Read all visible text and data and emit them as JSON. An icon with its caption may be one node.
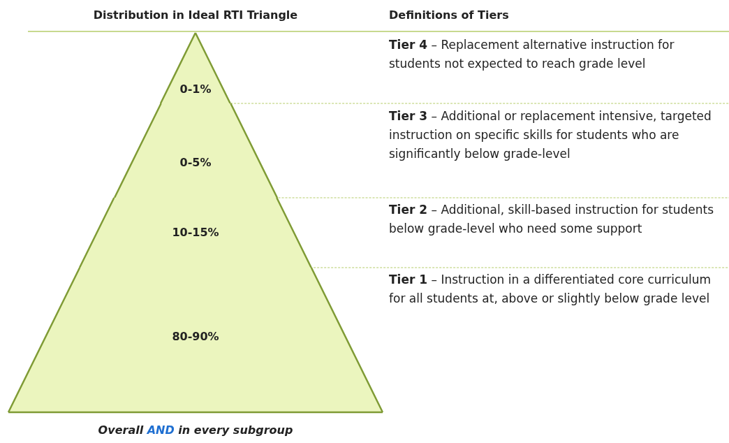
{
  "diagram": {
    "caption": "Overall AND in every subgroup",
    "nodes": [
      {
        "text": [
          "0-1%"
        ]
      },
      {
        "text": [
          "0-5%"
        ]
      },
      {
        "text": [
          "10-15%"
        ]
      },
      {
        "text": [
          "80-90%"
        ]
      }
    ],
    "labels": [
      "Distribution in Ideal RTI Triangle",
      "Definitions of Tiers",
      "**Tier 4** – Replacement alternative instruction for students not expected to reach grade level",
      "**Tier 3** – Additional or replacement intensive, targeted instruction on specific skills for students who are significantly below grade-level",
      "**Tier 2** – Additional, skill-based instruction for students below grade-level who need some support",
      "**Tier 1** – Instruction in a differentiated core curriculum for all students  at, above or slightly below grade level"
    ]
  }
}
